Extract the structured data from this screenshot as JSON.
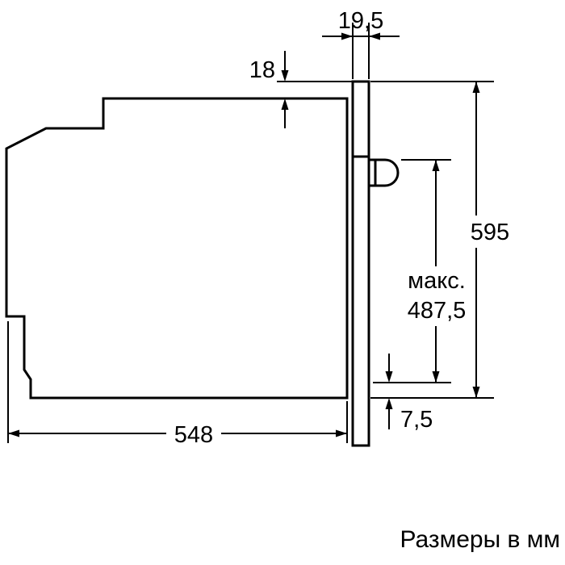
{
  "note": "Размеры в мм",
  "dimensions": {
    "frame_depth": "19,5",
    "top_clearance": "18",
    "height": "595",
    "max_prefix": "макс.",
    "max_value": "487,5",
    "bottom_offset": "7,5",
    "depth": "548"
  },
  "colors": {
    "line": "#000000",
    "background": "#ffffff"
  }
}
